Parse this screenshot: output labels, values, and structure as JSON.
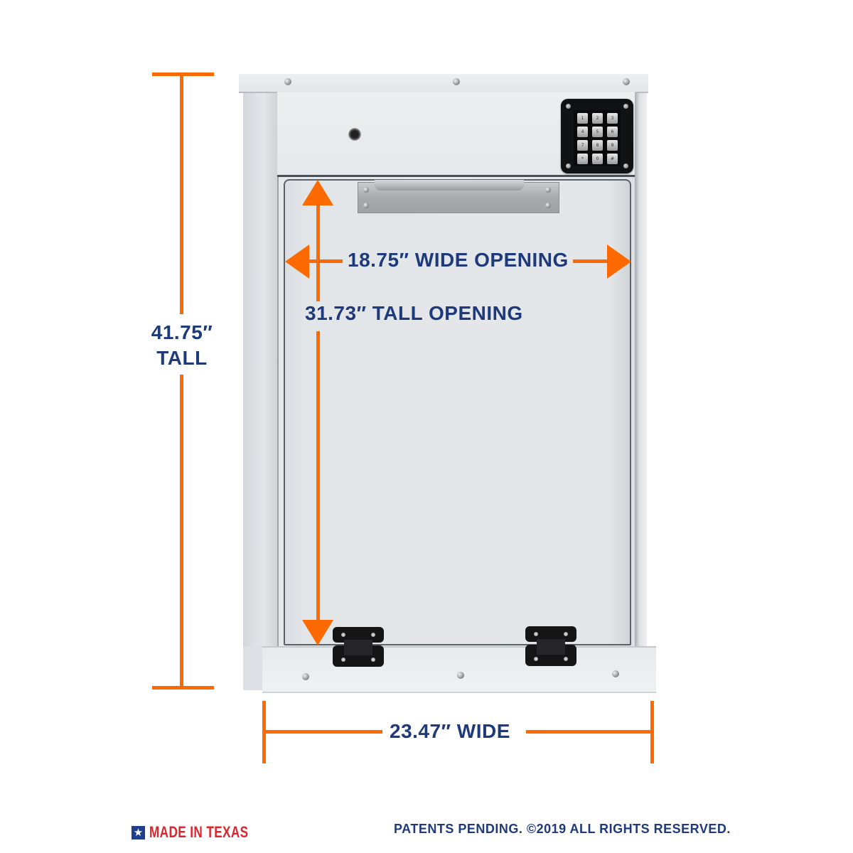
{
  "dimensions": {
    "overall_height": {
      "value": "41.75″",
      "label": "TALL"
    },
    "overall_width": {
      "value": "23.47″",
      "label": "WIDE",
      "text": "23.47″ WIDE"
    },
    "opening_width": {
      "text": "18.75″ WIDE OPENING"
    },
    "opening_height": {
      "text": "31.73″ TALL OPENING"
    }
  },
  "product": {
    "keypad_keys": [
      "1",
      "2",
      "3",
      "4",
      "5",
      "6",
      "7",
      "8",
      "9",
      "*",
      "0",
      "#"
    ]
  },
  "footer": {
    "origin_badge": "MADE IN TEXAS",
    "origin_icon": "star-icon",
    "legal": "PATENTS PENDING. ©2019 ALL RIGHTS RESERVED."
  },
  "colors": {
    "dimension_line": "#ff6a00",
    "label_text": "#1e3a7b",
    "made_in_texas_red": "#e0242b",
    "flag_blue": "#1f3f8c",
    "cabinet_white": "#e8ebee"
  }
}
